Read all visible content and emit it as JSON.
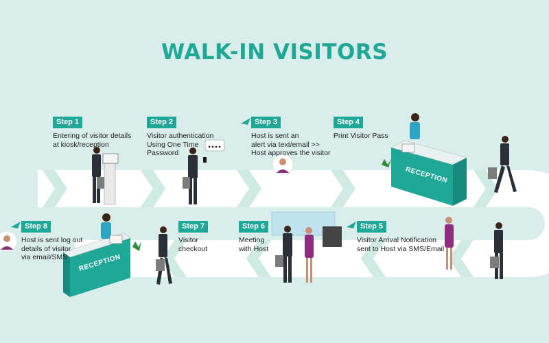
{
  "title": "WALK-IN VISITORS",
  "steps": [
    {
      "label": "Step 1",
      "desc": [
        "Entering of visitor details",
        "at kiosk/reception"
      ]
    },
    {
      "label": "Step 2",
      "desc": [
        "Visitor authentication",
        "Using One Time",
        "Password"
      ]
    },
    {
      "label": "Step 3",
      "desc": [
        "Host is sent an",
        "alert via text/email >>",
        "Host approves the visitor"
      ]
    },
    {
      "label": "Step 4",
      "desc": [
        "Print Visitor Pass"
      ]
    },
    {
      "label": "Step 5",
      "desc": [
        "Visitor Arrival Notification",
        "sent to Host via SMS/Email"
      ]
    },
    {
      "label": "Step 6",
      "desc": [
        "Meeting",
        "with Host"
      ]
    },
    {
      "label": "Step 7",
      "desc": [
        "Visitor",
        "checkout"
      ]
    },
    {
      "label": "Step 8",
      "desc": [
        "Host is sent log out",
        "details of visitor",
        "via email/SMS"
      ]
    }
  ],
  "reception": {
    "top_desk": "RECEPTION",
    "bottom_desk": "RECEPTION"
  },
  "colors": {
    "accent": "#1fa898",
    "background": "#d9eeea",
    "road": "#ffffff",
    "arrow": "#c9e7e1"
  }
}
